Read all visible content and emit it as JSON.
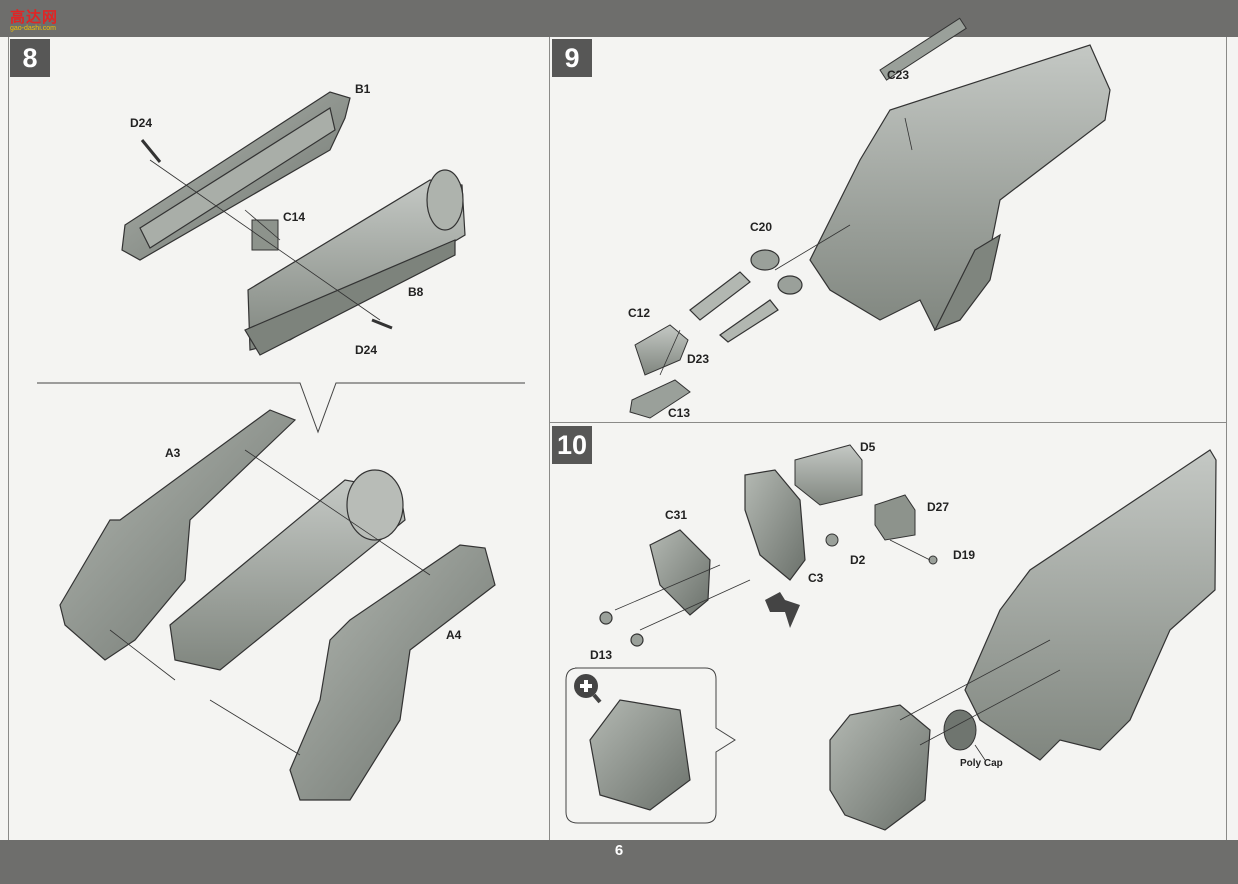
{
  "header": {
    "logo_text": "高达网",
    "logo_sub": "gao-dashi.com"
  },
  "footer": {
    "page_number": "6"
  },
  "steps": [
    {
      "number": "8"
    },
    {
      "number": "9"
    },
    {
      "number": "10"
    }
  ],
  "labels": {
    "step8": {
      "b1": "B1",
      "d24_top": "D24",
      "c14": "C14",
      "b8": "B8",
      "d24_bottom": "D24",
      "a3": "A3",
      "a4": "A4"
    },
    "step9": {
      "c23": "C23",
      "c20": "C20",
      "c12": "C12",
      "d23": "D23",
      "c13": "C13"
    },
    "step10": {
      "d5": "D5",
      "c31": "C31",
      "d27": "D27",
      "d2": "D2",
      "d19": "D19",
      "c3": "C3",
      "d13": "D13",
      "poly_cap": "Poly Cap"
    }
  },
  "icons": {
    "zoom": "magnify-plus-icon",
    "direction": "arrow-down-right-icon"
  },
  "colors": {
    "bar": "#6e6e6c",
    "step_box": "#575756",
    "part_fill": "#9aa09a",
    "part_dark": "#6f756f",
    "line": "#333333"
  }
}
